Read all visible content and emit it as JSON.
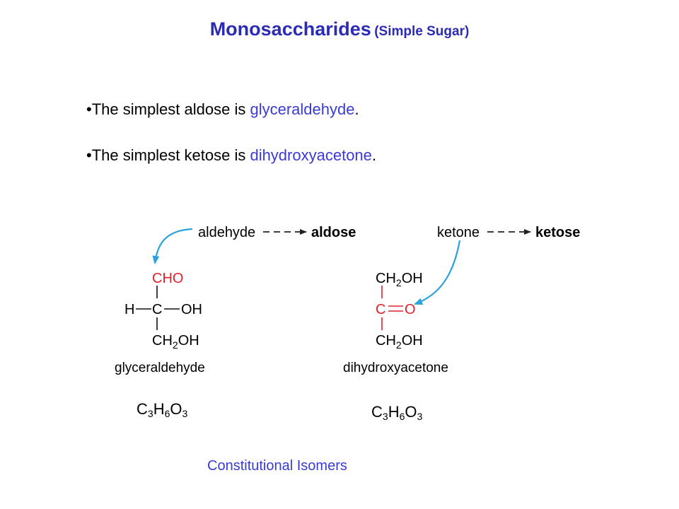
{
  "title": {
    "main": "Monosaccharides",
    "sub": "(Simple Sugar)"
  },
  "bullets": [
    {
      "marker": "•",
      "prefix": "The simplest aldose is ",
      "term": "glyceraldehyde",
      "suffix": "."
    },
    {
      "marker": "•",
      "prefix": "The simplest ketose is ",
      "term": "dihydroxyacetone",
      "suffix": "."
    }
  ],
  "figure": {
    "aldose_arrow": {
      "from": "aldehyde",
      "to": "aldose"
    },
    "ketose_arrow": {
      "from": "ketone",
      "to": "ketose"
    },
    "glyceraldehyde": {
      "top_group": "CHO",
      "left_atom": "H",
      "center_atom": "C",
      "right_group": "OH",
      "bottom_group": {
        "pre": "CH",
        "sub": "2",
        "post": "OH"
      },
      "name": "glyceraldehyde"
    },
    "dihydroxyacetone": {
      "top_group": {
        "pre": "CH",
        "sub": "2",
        "post": "OH"
      },
      "center_atom": "C",
      "double_bond_atom": "O",
      "bottom_group": {
        "pre": "CH",
        "sub": "2",
        "post": "OH"
      },
      "name": "dihydroxyacetone"
    }
  },
  "formulas": [
    {
      "c": "C",
      "c_n": "3",
      "h": "H",
      "h_n": "6",
      "o": "O",
      "o_n": "3"
    },
    {
      "c": "C",
      "c_n": "3",
      "h": "H",
      "h_n": "6",
      "o": "O",
      "o_n": "3"
    }
  ],
  "footer": "Constitutional Isomers",
  "colors": {
    "title": "#2b2bb5",
    "highlight": "#3a3ad6",
    "functional_group": "#e0202a",
    "arrow": "#2aa3dc"
  }
}
